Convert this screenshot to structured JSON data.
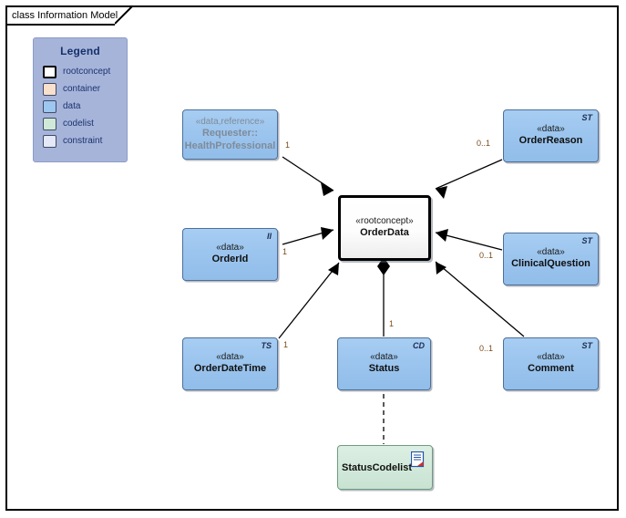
{
  "frame": {
    "title": "class Information Model"
  },
  "legend": {
    "title": "Legend",
    "items": [
      {
        "label": "rootconcept",
        "color": "#ffffff",
        "style": "thick"
      },
      {
        "label": "container",
        "color": "#f7e0cc",
        "style": "normal"
      },
      {
        "label": "data",
        "color": "#9dc6f0",
        "style": "normal"
      },
      {
        "label": "codelist",
        "color": "#cfe8d8",
        "style": "normal"
      },
      {
        "label": "constraint",
        "color": "#e4e8f7",
        "style": "normal"
      }
    ]
  },
  "nodes": {
    "orderdata": {
      "stereotype": "«rootconcept»",
      "name": "OrderData",
      "marker": ""
    },
    "requester": {
      "stereotype": "«data,reference»",
      "name": "Requester::",
      "name2": "HealthProfessional",
      "marker": ""
    },
    "orderreason": {
      "stereotype": "«data»",
      "name": "OrderReason",
      "marker": "ST"
    },
    "clinicalquestion": {
      "stereotype": "«data»",
      "name": "ClinicalQuestion",
      "marker": "ST"
    },
    "comment": {
      "stereotype": "«data»",
      "name": "Comment",
      "marker": "ST"
    },
    "orderid": {
      "stereotype": "«data»",
      "name": "OrderId",
      "marker": "II"
    },
    "orderdatetime": {
      "stereotype": "«data»",
      "name": "OrderDateTime",
      "marker": "TS"
    },
    "status": {
      "stereotype": "«data»",
      "name": "Status",
      "marker": "CD"
    },
    "statuscodelist": {
      "name": "StatusCodelist",
      "icon": "artifact-document-icon"
    }
  },
  "multiplicities": {
    "requester": "1",
    "orderreason": "0..1",
    "clinicalquestion": "0..1",
    "comment": "0..1",
    "orderid": "1",
    "orderdatetime": "1",
    "status": "1"
  },
  "colors": {
    "legend_background": "#a7b4da",
    "data_fill": "#9cc5ee",
    "codelist_fill": "#d2e9da",
    "rootconcept_fill": "#ffffff",
    "connector": "#000000",
    "multiplicity_text": "#7a4a18",
    "reference_text": "#7f8b99"
  }
}
